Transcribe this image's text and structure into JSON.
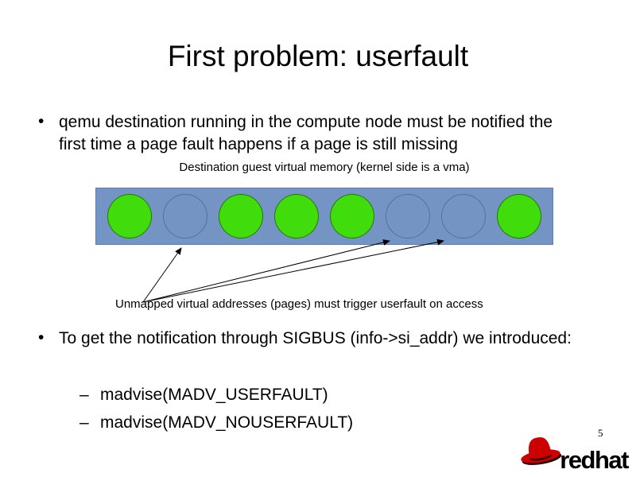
{
  "slide": {
    "title": "First problem: userfault",
    "bullets": [
      {
        "marker": "•",
        "text": "qemu destination running in the compute node must be notified the first time a page fault happens if a page is still missing"
      },
      {
        "marker": "•",
        "text": "To get the notification through SIGBUS (info->si_addr) we introduced:"
      }
    ],
    "sub_bullets": [
      {
        "marker": "–",
        "text": "madvise(MADV_USERFAULT)"
      },
      {
        "marker": "–",
        "text": "madvise(MADV_NOUSERFAULT)"
      }
    ],
    "page_number": "5"
  },
  "diagram": {
    "caption_top": "Destination guest virtual memory (kernel side is a vma)",
    "caption_bottom": "Unmapped virtual addresses (pages) must trigger userfault on access",
    "bar_color": "#7494c4",
    "filled_circle_color": "#41dc0b",
    "empty_circle_border": "#56719f",
    "circles": [
      {
        "filled": true
      },
      {
        "filled": false
      },
      {
        "filled": true
      },
      {
        "filled": true
      },
      {
        "filled": true
      },
      {
        "filled": false
      },
      {
        "filled": false
      },
      {
        "filled": true
      }
    ]
  },
  "logo": {
    "text": "redhat",
    "color": "#cc0000"
  }
}
